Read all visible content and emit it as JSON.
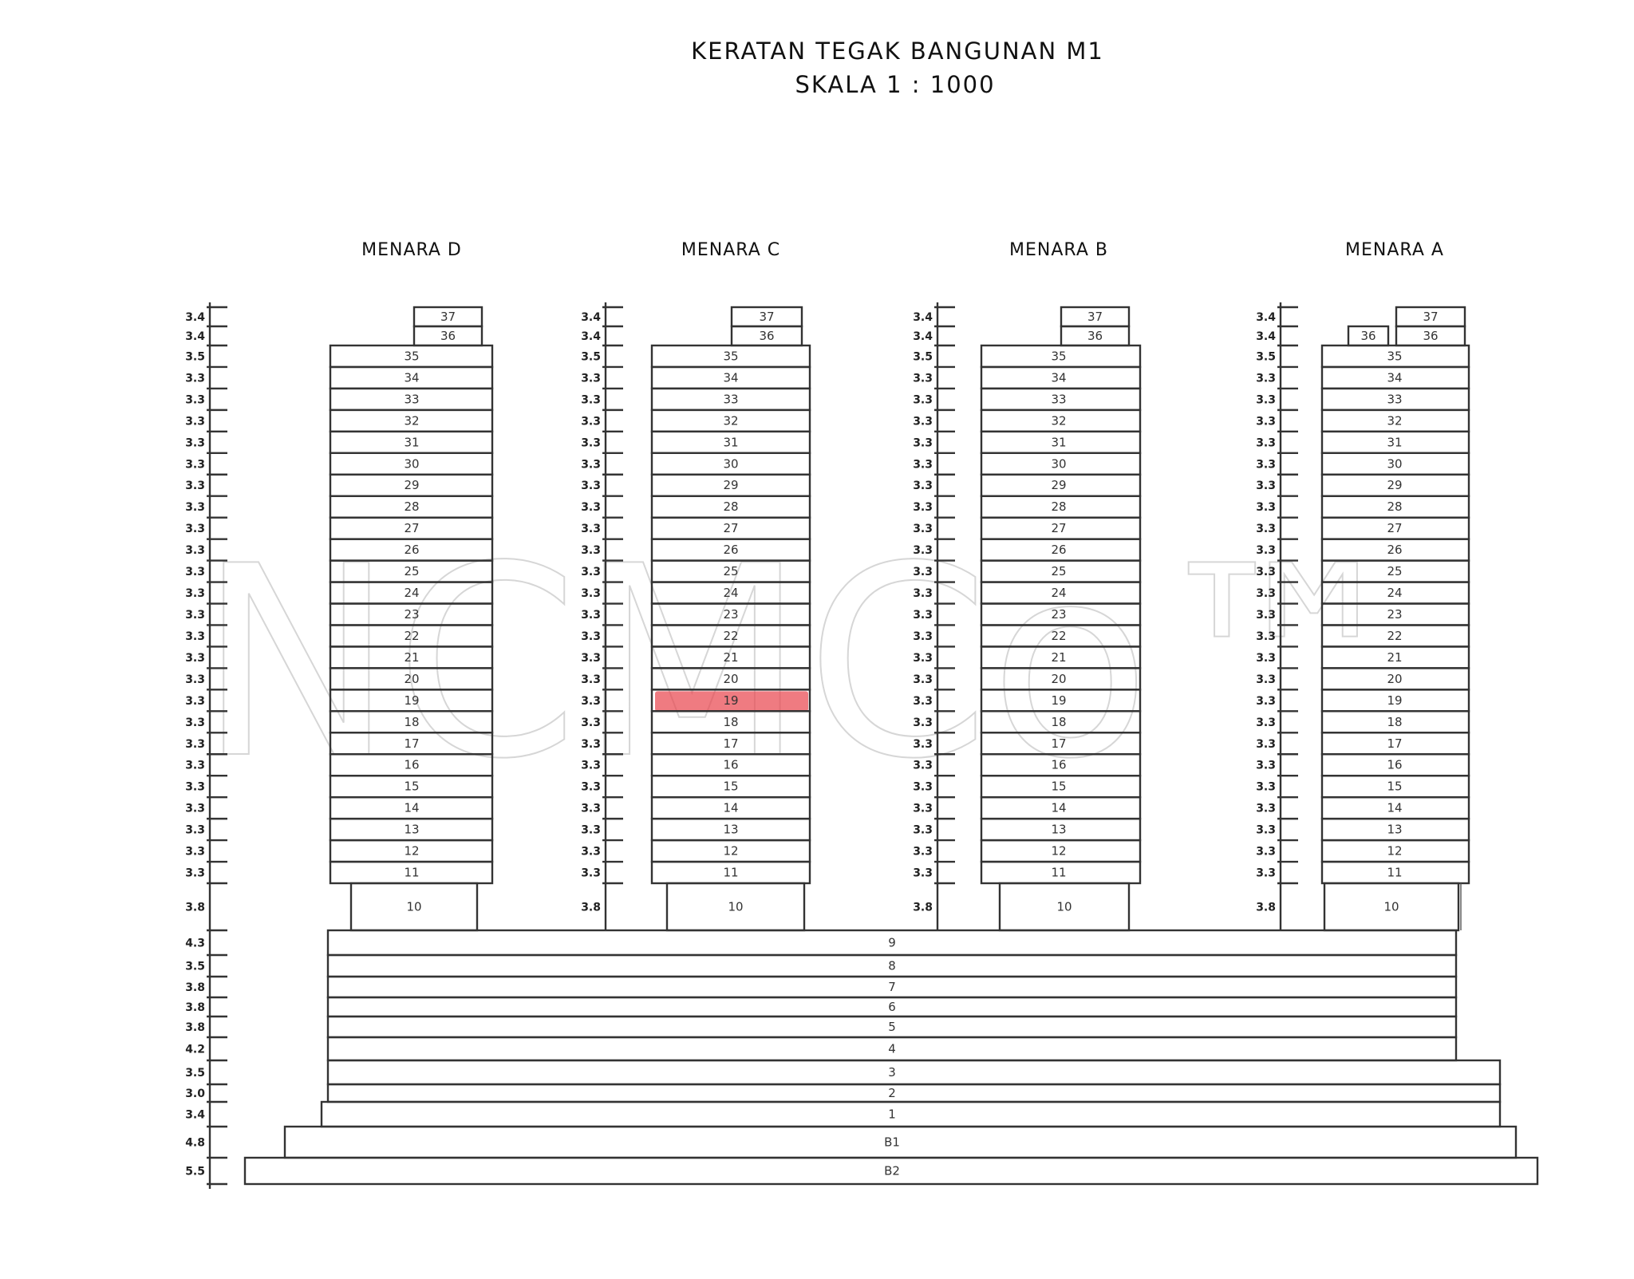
{
  "title": "KERATAN TEGAK BANGUNAN M1",
  "scale": "SKALA 1 : 1000",
  "watermark": "NCMCo™",
  "towers": [
    {
      "name": "MENARA D"
    },
    {
      "name": "MENARA C"
    },
    {
      "name": "MENARA B"
    },
    {
      "name": "MENARA A"
    }
  ],
  "tower_floors": [
    "37",
    "36",
    "35",
    "34",
    "33",
    "32",
    "31",
    "30",
    "29",
    "28",
    "27",
    "26",
    "25",
    "24",
    "23",
    "22",
    "21",
    "20",
    "19",
    "18",
    "17",
    "16",
    "15",
    "14",
    "13",
    "12",
    "11",
    "10"
  ],
  "tower_floor_heights": [
    "3.4",
    "3.4",
    "3.5",
    "3.3",
    "3.3",
    "3.3",
    "3.3",
    "3.3",
    "3.3",
    "3.3",
    "3.3",
    "3.3",
    "3.3",
    "3.3",
    "3.3",
    "3.3",
    "3.3",
    "3.3",
    "3.3",
    "3.3",
    "3.3",
    "3.3",
    "3.3",
    "3.3",
    "3.3",
    "3.3",
    "3.3",
    "3.8"
  ],
  "podium_floors": [
    "9",
    "8",
    "7",
    "6",
    "5",
    "4",
    "3",
    "2",
    "1",
    "B1",
    "B2"
  ],
  "podium_floor_heights": [
    "4.3",
    "3.5",
    "3.8",
    "3.8",
    "3.8",
    "4.2",
    "3.5",
    "3.0",
    "3.4",
    "4.8",
    "5.5"
  ],
  "highlight": {
    "tower": "MENARA C",
    "floor": "19",
    "color": "#e8434b"
  }
}
